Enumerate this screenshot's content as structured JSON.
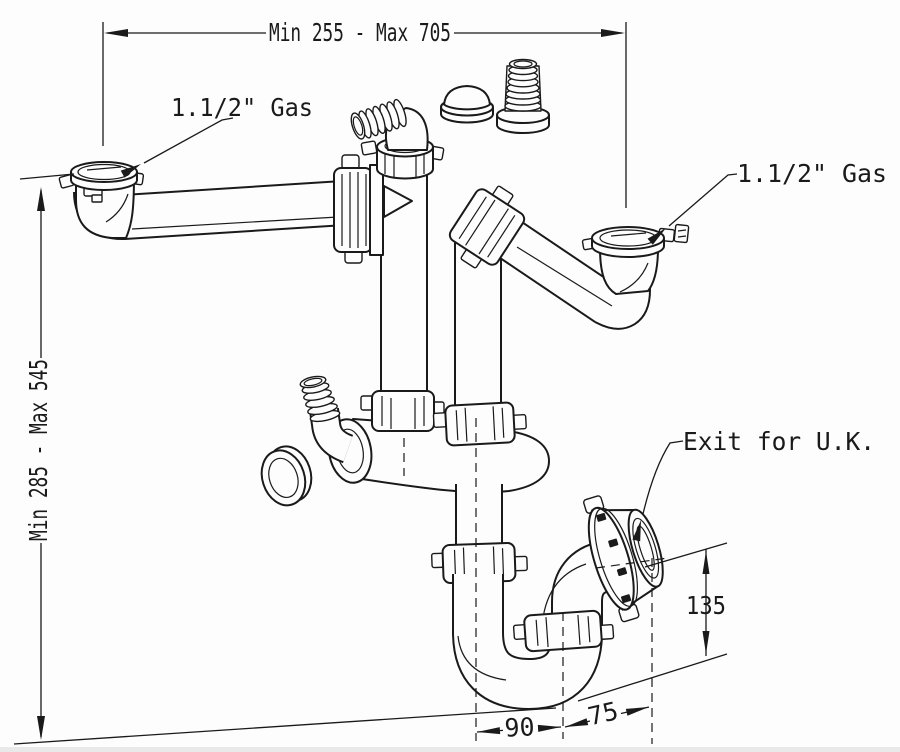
{
  "drawing": {
    "type": "technical installation drawing",
    "subject": "double-bowl sink drain / siphon assembly with P-trap"
  },
  "dimensions": {
    "top_width": "Min 255 - Max 705",
    "left_height": "Min 285 - Max 545",
    "outlet_height": "135",
    "trap_offset": "90",
    "exit_offset": "75"
  },
  "labels": {
    "left_inlet": "1.1/2\" Gas",
    "right_inlet": "1.1/2\" Gas",
    "exit": "Exit for U.K."
  },
  "colors": {
    "line": "#1a1a1a",
    "background": "#fdfdfd"
  }
}
